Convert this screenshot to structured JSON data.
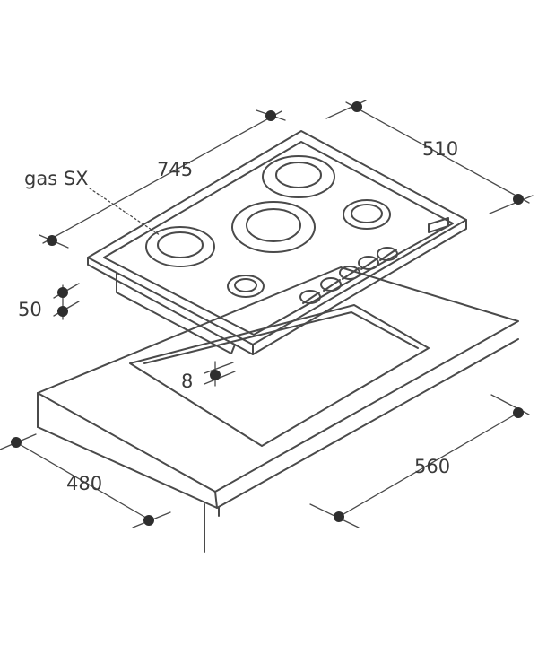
{
  "labels": {
    "gas_side": "gas SX",
    "hob_width": "745",
    "hob_depth": "510",
    "hob_thickness": "50",
    "edge_clearance": "8",
    "cutout_depth": "480",
    "cutout_width": "560"
  },
  "hob": {
    "burner_count": 5,
    "knob_count": 5
  },
  "colors": {
    "line": "#4a4a4a",
    "marker": "#2e2e2e",
    "text": "#3a3a3a",
    "background": "#ffffff"
  }
}
